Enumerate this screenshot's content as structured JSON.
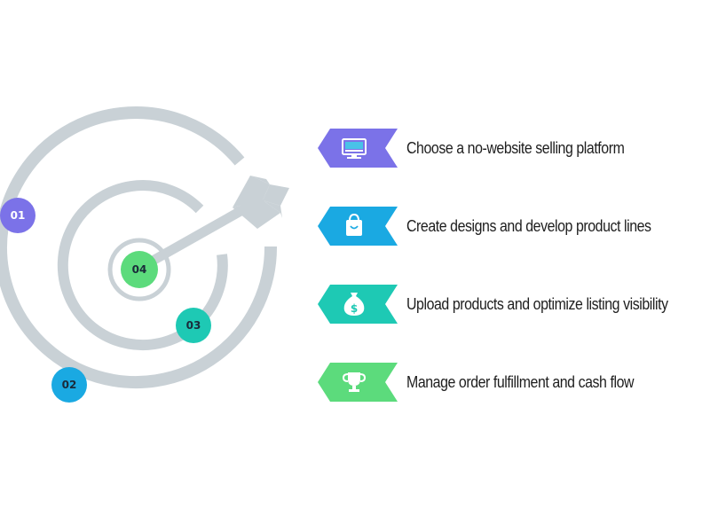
{
  "badges": [
    {
      "label": "01",
      "color": "#7b72e8"
    },
    {
      "label": "02",
      "color": "#1aa9e2"
    },
    {
      "label": "03",
      "color": "#1ec9b4"
    },
    {
      "label": "04",
      "color": "#5cdb7c"
    }
  ],
  "steps": [
    {
      "label": "Choose a no-website selling platform",
      "color": "#7b72e8",
      "icon": "monitor-icon"
    },
    {
      "label": "Create designs and develop product lines",
      "color": "#1aa9e2",
      "icon": "shopping-bag-icon"
    },
    {
      "label": "Upload products and optimize listing visibility",
      "color": "#1ec9b4",
      "icon": "money-bag-icon"
    },
    {
      "label": "Manage order fulfillment and cash flow",
      "color": "#5cdb7c",
      "icon": "trophy-icon"
    }
  ],
  "ring_color": "#c9d1d6"
}
